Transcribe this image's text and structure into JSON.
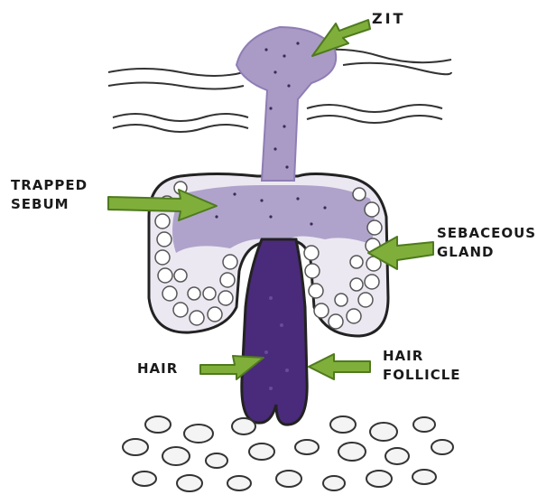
{
  "labels": {
    "zit": "ZIT",
    "trapped_sebum": [
      "TRAPPED",
      "SEBUM"
    ],
    "sebaceous_gland": [
      "SEBACEOUS",
      "GLAND"
    ],
    "hair": "HAIR",
    "hair_follicle": [
      "HAIR",
      "FOLLICLE"
    ]
  },
  "colors": {
    "sebum": "#a99bc6",
    "sebum_dark": "#8f7db4",
    "hair": "#4a2a7a",
    "arrow": "#7fae3a",
    "arrow_dark": "#4f7a1e",
    "outline": "#222222"
  }
}
